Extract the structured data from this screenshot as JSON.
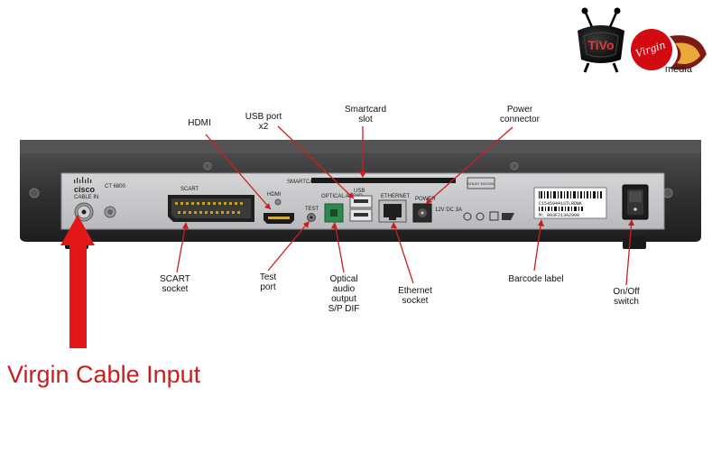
{
  "logos": {
    "tivo": {
      "text": "TiVo"
    },
    "virgin": {
      "script": "Virgin",
      "text": "media"
    }
  },
  "device": {
    "brand": "cisco",
    "model": "CT 6800",
    "labels": {
      "cable_in": "CABLE IN",
      "scart": "SCART",
      "hdmi": "HDMI",
      "test": "TEST",
      "optical": "OPTICAL AUDIO",
      "usb": "USB",
      "smartcard": "SMARTCARD",
      "ethernet": "ETHERNET",
      "power": "POWER",
      "dolby": "DOLBY DIGITAL",
      "voltage": "12V DC 3A",
      "barcode_line1": "C15459441STLRDWK",
      "barcode_line2": "M: 003F213A2990"
    }
  },
  "callouts": {
    "hdmi": "HDMI",
    "usb": "USB port\nx2",
    "smartcard": "Smartcard\nslot",
    "power": "Power\nconnector",
    "scart": "SCART\nsocket",
    "test": "Test\nport",
    "optical": "Optical\naudio\noutput\nS/P DIF",
    "ethernet": "Ethernet\nsocket",
    "barcode": "Barcode label",
    "onoff": "On/Off\nswitch"
  },
  "main_label": "Virgin Cable Input",
  "colors": {
    "accent_red": "#c81e1e",
    "device_body": "#2e2e30",
    "panel": "#c9cacc"
  }
}
